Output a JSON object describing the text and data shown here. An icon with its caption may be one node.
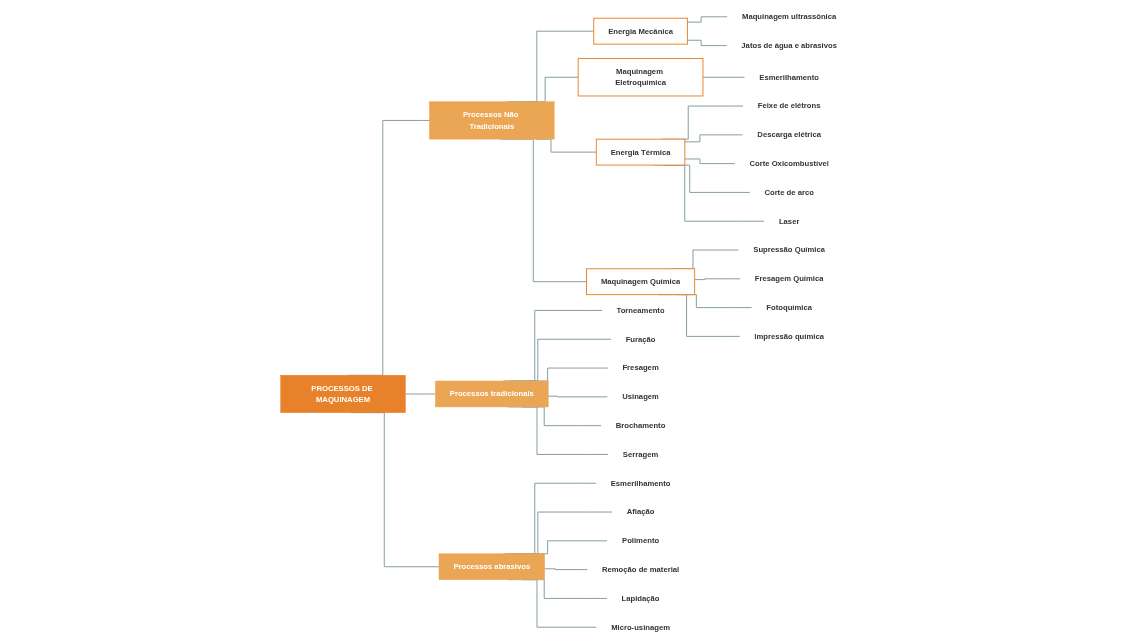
{
  "diagram": {
    "nodes": [
      {
        "text": [
          "PROCESSOS DE MAQUINAGEM"
        ]
      },
      {
        "text": [
          "Processos tradicionais"
        ]
      },
      {
        "text": [
          "Processos abrasivos"
        ]
      },
      {
        "text": [
          "Processos Não Tradicionais"
        ]
      },
      {
        "text": [
          "Energia Mecânica"
        ]
      },
      {
        "text": [
          "Maquinagem Eletroquímica"
        ]
      },
      {
        "text": [
          "Energia Térmica"
        ]
      },
      {
        "text": [
          "Maquinagem Química"
        ]
      },
      {
        "text": [
          "Torneamento"
        ]
      },
      {
        "text": [
          "Furação"
        ]
      },
      {
        "text": [
          "Fresagem"
        ]
      },
      {
        "text": [
          "Usinagem"
        ]
      },
      {
        "text": [
          "Brochamento"
        ]
      },
      {
        "text": [
          "Serragem"
        ]
      },
      {
        "text": [
          "Esmerilhamento"
        ]
      },
      {
        "text": [
          "Afiação"
        ]
      },
      {
        "text": [
          "Polimento"
        ]
      },
      {
        "text": [
          "Remoção de material"
        ]
      },
      {
        "text": [
          "Lapidação"
        ]
      },
      {
        "text": [
          "Micro-usinagem"
        ]
      },
      {
        "text": [
          "Maquinagem ultrassônica"
        ]
      },
      {
        "text": [
          "Jatos de água e abrasivos"
        ]
      },
      {
        "text": [
          "Esmerilhamento"
        ]
      },
      {
        "text": [
          "Feixe de elétrons"
        ]
      },
      {
        "text": [
          "Descarga elétrica"
        ]
      },
      {
        "text": [
          "Corte Oxicombustível"
        ]
      },
      {
        "text": [
          "Corte de arco"
        ]
      },
      {
        "text": [
          "Laser"
        ]
      },
      {
        "text": [
          "Supressão Química"
        ]
      },
      {
        "text": [
          "Fresagem Química"
        ]
      },
      {
        "text": [
          "Fotoquímica"
        ]
      },
      {
        "text": [
          "Impressão química"
        ]
      }
    ],
    "edges": [
      {
        "from": 0,
        "to": 1,
        "arrow": "none"
      },
      {
        "from": 0,
        "to": 2,
        "arrow": "none"
      },
      {
        "from": 0,
        "to": 3,
        "arrow": "none"
      },
      {
        "from": 3,
        "to": 4,
        "arrow": "none"
      },
      {
        "from": 3,
        "to": 5,
        "arrow": "none"
      },
      {
        "from": 3,
        "to": 6,
        "arrow": "none"
      },
      {
        "from": 3,
        "to": 7,
        "arrow": "none"
      },
      {
        "from": 1,
        "to": 8,
        "arrow": "none"
      },
      {
        "from": 1,
        "to": 9,
        "arrow": "none"
      },
      {
        "from": 1,
        "to": 10,
        "arrow": "none"
      },
      {
        "from": 1,
        "to": 11,
        "arrow": "none"
      },
      {
        "from": 1,
        "to": 12,
        "arrow": "none"
      },
      {
        "from": 1,
        "to": 13,
        "arrow": "none"
      },
      {
        "from": 2,
        "to": 14,
        "arrow": "none"
      },
      {
        "from": 2,
        "to": 15,
        "arrow": "none"
      },
      {
        "from": 2,
        "to": 16,
        "arrow": "none"
      },
      {
        "from": 2,
        "to": 17,
        "arrow": "none"
      },
      {
        "from": 2,
        "to": 18,
        "arrow": "none"
      },
      {
        "from": 2,
        "to": 19,
        "arrow": "none"
      },
      {
        "from": 4,
        "to": 20,
        "arrow": "none"
      },
      {
        "from": 4,
        "to": 21,
        "arrow": "none"
      },
      {
        "from": 5,
        "to": 22,
        "arrow": "none"
      },
      {
        "from": 6,
        "to": 23,
        "arrow": "none"
      },
      {
        "from": 6,
        "to": 24,
        "arrow": "none"
      },
      {
        "from": 6,
        "to": 25,
        "arrow": "none"
      },
      {
        "from": 6,
        "to": 26,
        "arrow": "none"
      },
      {
        "from": 6,
        "to": 27,
        "arrow": "none"
      },
      {
        "from": 7,
        "to": 28,
        "arrow": "none"
      },
      {
        "from": 7,
        "to": 29,
        "arrow": "none"
      },
      {
        "from": 7,
        "to": 30,
        "arrow": "none"
      },
      {
        "from": 7,
        "to": 31,
        "arrow": "none"
      }
    ]
  }
}
